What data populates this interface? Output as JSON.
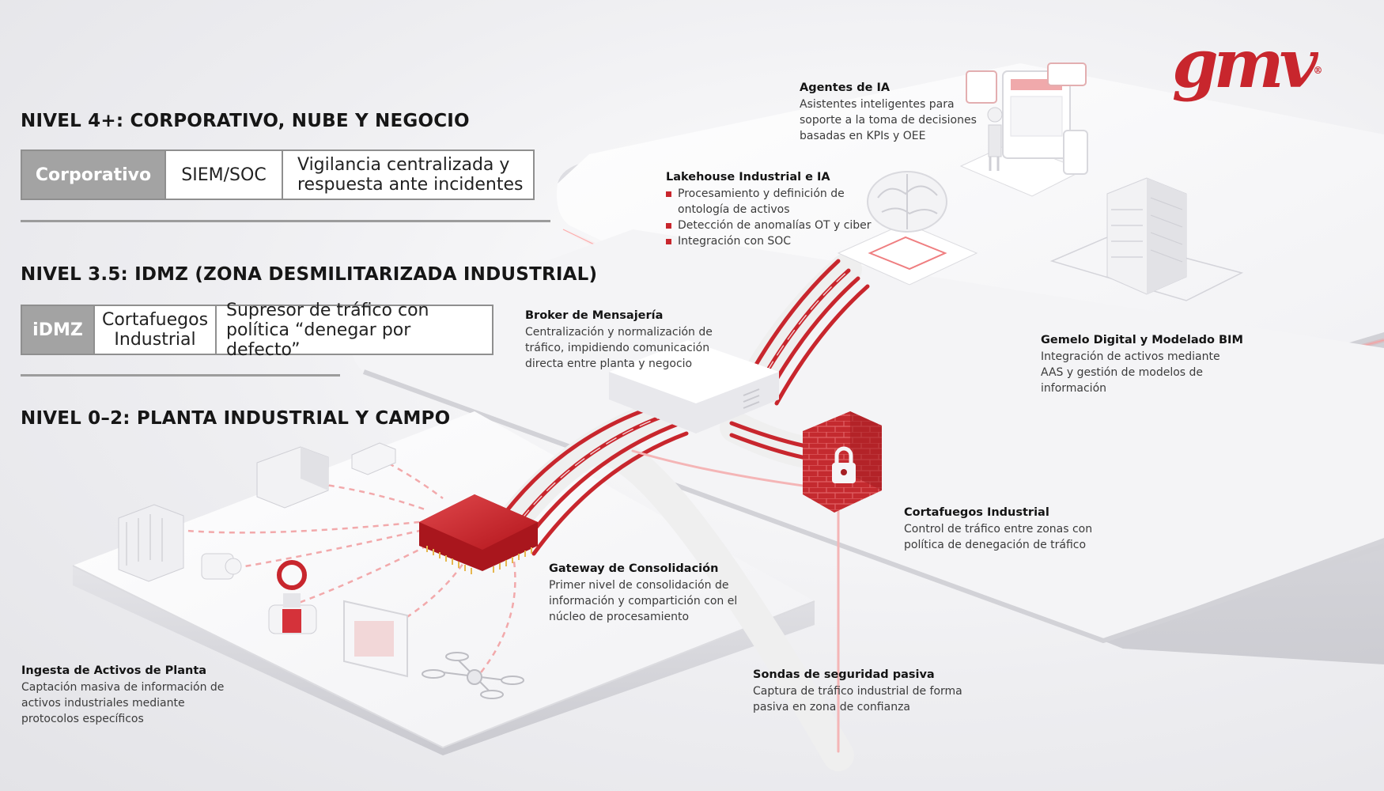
{
  "brand": {
    "logo_text": "gmv",
    "accent": "#c8262d"
  },
  "levels": [
    {
      "title": "NIVEL 4+: CORPORATIVO, NUBE Y NEGOCIO",
      "tag": "Corporativo",
      "component": "SIEM/SOC",
      "description": "Vigilancia centralizada y\nrespuesta ante incidentes"
    },
    {
      "title": "NIVEL 3.5: IDMZ (ZONA DESMILITARIZADA INDUSTRIAL)",
      "tag": "iDMZ",
      "component": "Cortafuegos\nIndustrial",
      "description": "Supresor de tráfico con\npolítica “denegar por defecto”"
    },
    {
      "title": "NIVEL 0–2: PLANTA INDUSTRIAL Y CAMPO"
    }
  ],
  "callouts": {
    "agentes": {
      "title": "Agentes de IA",
      "text": "Asistentes inteligentes para\nsoporte a la toma de decisiones\nbasadas en KPIs y OEE"
    },
    "lakehouse": {
      "title": "Lakehouse Industrial e IA",
      "items": [
        "Procesamiento y definición de\nontología de activos",
        "Detección de anomalías OT y ciber",
        "Integración con SOC"
      ]
    },
    "broker": {
      "title": "Broker de Mensajería",
      "text": "Centralización y normalización de\ntráfico, impidiendo comunicación\ndirecta entre planta y negocio"
    },
    "gemelo": {
      "title": "Gemelo Digital y Modelado BIM",
      "text": "Integración de activos mediante\nAAS y gestión de modelos de\ninformación"
    },
    "cortafuegos": {
      "title": "Cortafuegos Industrial",
      "text": "Control de tráfico entre zonas con\npolítica de denegación de tráfico"
    },
    "gateway": {
      "title": "Gateway de Consolidación",
      "text": "Primer nivel de consolidación de\ninformación y compartición con el\nnúcleo de procesamiento"
    },
    "sondas": {
      "title": "Sondas de seguridad pasiva",
      "text": "Captura de tráfico industrial de forma\npasiva en zona de confianza"
    },
    "ingesta": {
      "title": "Ingesta de Activos de Planta",
      "text": "Captación masiva de información de\nactivos industriales mediante\nprotocolos específicos"
    }
  }
}
